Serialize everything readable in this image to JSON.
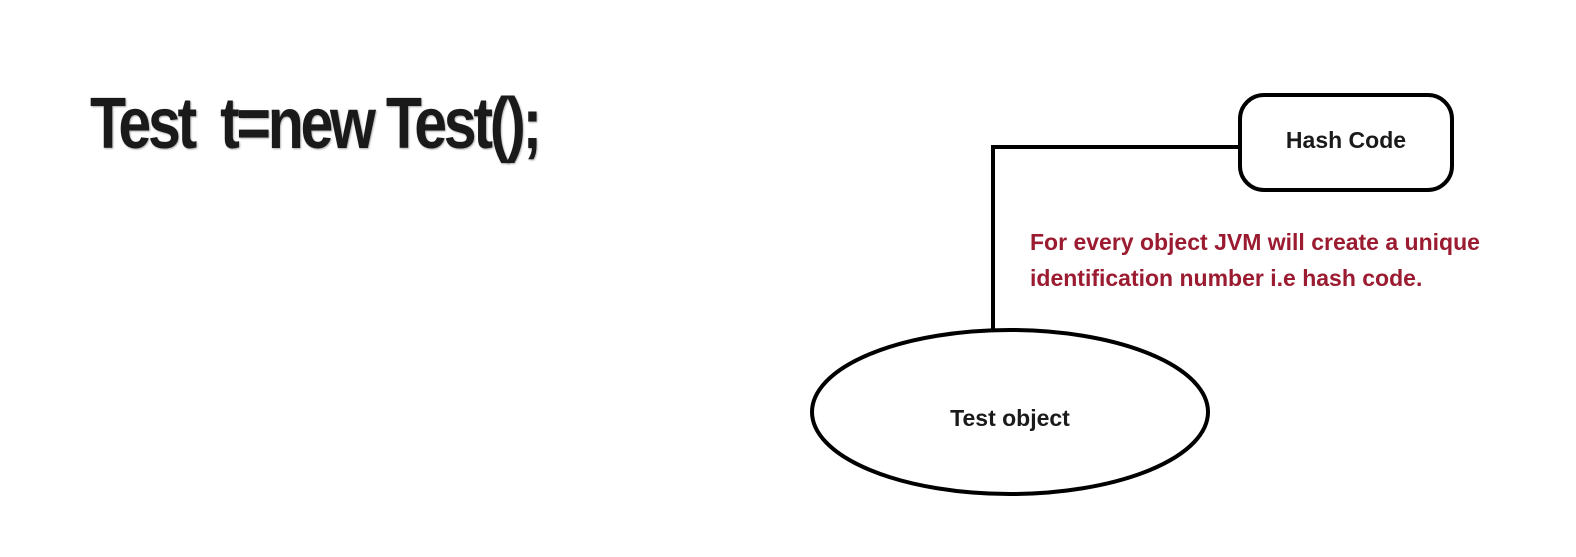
{
  "code": {
    "statement": "Test  t=new Test();"
  },
  "diagram": {
    "hash_box": {
      "label": "Hash Code"
    },
    "object_ellipse": {
      "label": "Test object"
    },
    "note": {
      "line1": "For every object JVM will create a unique",
      "line2": "identification number i.e hash code.",
      "color": "#9b1b30"
    }
  },
  "colors": {
    "stroke": "#000000",
    "text": "#1a1a1a",
    "background": "#ffffff"
  }
}
